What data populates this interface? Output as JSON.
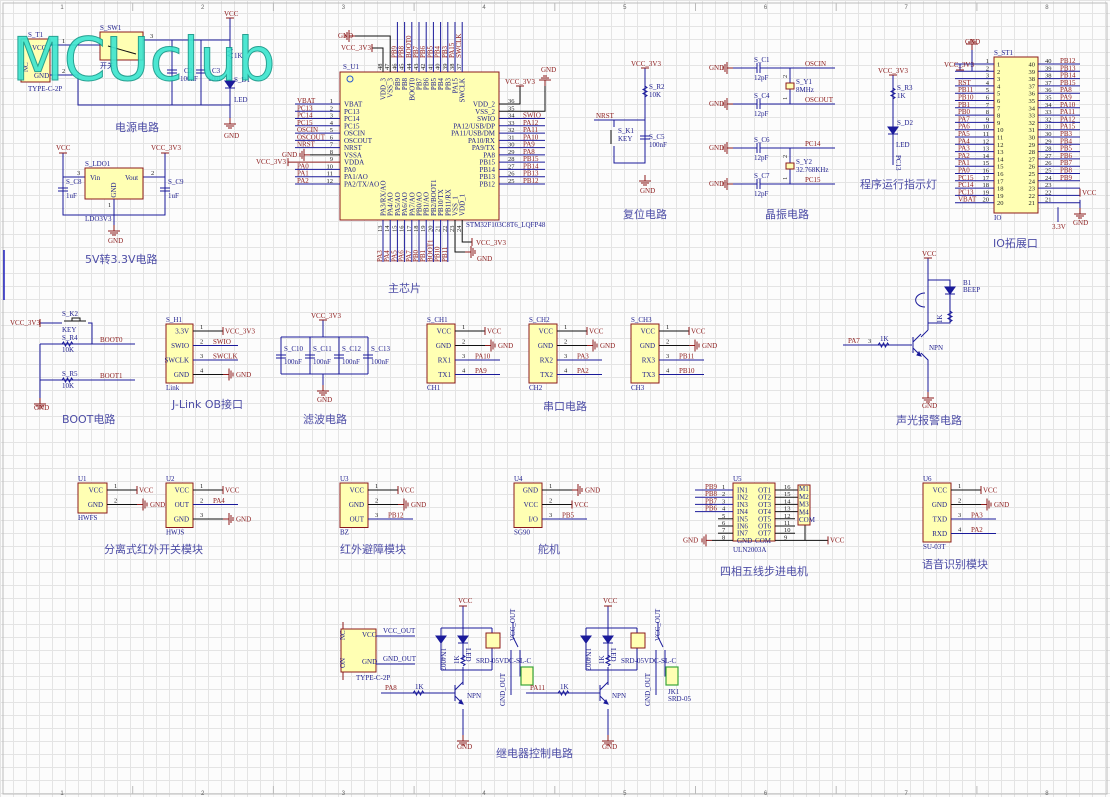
{
  "watermark": "MCUclub",
  "frame": {
    "cols": [
      "1",
      "2",
      "3",
      "4",
      "5",
      "6",
      "7",
      "8"
    ]
  },
  "titles": {
    "power": "电源电路",
    "ldo": "5V转3.3V电路",
    "mcu": "主芯片",
    "reset": "复位电路",
    "crystal": "晶振电路",
    "run_led": "程序运行指示灯",
    "io": "IO拓展口",
    "boot": "BOOT电路",
    "jlink": "J-Link OB接口",
    "filter": "滤波电路",
    "uart": "串口电路",
    "buzzer": "声光报警电路",
    "ir_switch": "分离式红外开关模块",
    "ir_avoid": "红外避障模块",
    "servo": "舵机",
    "stepper": "四相五线步进电机",
    "voice": "语音识别模块",
    "relay": "继电器控制电路"
  },
  "power": {
    "t1": "S_T1",
    "t1_vcc": "VCC",
    "t1_gnd": "GND",
    "t1_nc": "NC",
    "t1_part": "TYPE-C-2P",
    "sw1": "S_SW1",
    "sw1_label": "开关",
    "c2": "C2",
    "c2_val": "100nF",
    "c3": "C3",
    "c3_val": "10uF",
    "r1_val": "1K",
    "d1": "S_D1",
    "led": "LED",
    "vcc": "VCC",
    "gnd": "GND",
    "n1": "1",
    "n2": "2",
    "n3": "3"
  },
  "ldo": {
    "vcc": "VCC",
    "vcc3": "VCC_3V3",
    "ref": "S_LDO1",
    "vin": "Vin",
    "vout": "Vout",
    "gnd_pin": "GND",
    "part": "LDO3V3",
    "c8": "S_C8",
    "c9": "S_C9",
    "cap": "1uF",
    "gnd": "GND",
    "p1": "1",
    "p2": "2",
    "p3": "3"
  },
  "mcu": {
    "ref": "S_U1",
    "part": "STM32F103C8T6_LQFP48",
    "vcc3": "VCC_3V3",
    "gnd": "GND",
    "left": [
      {
        "num": "1",
        "name": "VBAT",
        "net": "VBAT"
      },
      {
        "num": "2",
        "name": "PC13",
        "net": "PC13"
      },
      {
        "num": "3",
        "name": "PC14",
        "net": "PC14"
      },
      {
        "num": "4",
        "name": "PC15",
        "net": "PC15"
      },
      {
        "num": "5",
        "name": "OSCIN",
        "net": "OSCIN"
      },
      {
        "num": "6",
        "name": "OSCOUT",
        "net": "OSCOUT"
      },
      {
        "num": "7",
        "name": "NRST",
        "net": "NRST"
      },
      {
        "num": "8",
        "name": "VSSA",
        "net": "GND"
      },
      {
        "num": "9",
        "name": "VDDA",
        "net": "VCC_3V3"
      },
      {
        "num": "10",
        "name": "PA0",
        "net": "PA0"
      },
      {
        "num": "11",
        "name": "PA1/AO",
        "net": "PA1"
      },
      {
        "num": "12",
        "name": "PA2/TX/AO",
        "net": "PA2"
      }
    ],
    "right": [
      {
        "num": "36",
        "name": "VDD_2",
        "net": "VCC_3V3"
      },
      {
        "num": "35",
        "name": "VSS_2",
        "net": "GND"
      },
      {
        "num": "34",
        "name": "SWIO",
        "net": "SWIO"
      },
      {
        "num": "33",
        "name": "PA12/USB/DP",
        "net": "PA12"
      },
      {
        "num": "32",
        "name": "PA11/USB/DM",
        "net": "PA11"
      },
      {
        "num": "31",
        "name": "PA10/RX",
        "net": "PA10"
      },
      {
        "num": "30",
        "name": "PA9/TX",
        "net": "PA9"
      },
      {
        "num": "29",
        "name": "PA8",
        "net": "PA8"
      },
      {
        "num": "28",
        "name": "PB15",
        "net": "PB15"
      },
      {
        "num": "27",
        "name": "PB14",
        "net": "PB14"
      },
      {
        "num": "26",
        "name": "PB13",
        "net": "PB13"
      },
      {
        "num": "25",
        "name": "PB12",
        "net": "PB12"
      }
    ],
    "top": [
      {
        "num": "48",
        "name": "VDD_3",
        "net": ""
      },
      {
        "num": "47",
        "name": "VSS_3",
        "net": ""
      },
      {
        "num": "46",
        "name": "PB9",
        "net": "PB9"
      },
      {
        "num": "45",
        "name": "PB8",
        "net": "PB8"
      },
      {
        "num": "44",
        "name": "BOOT0",
        "net": "BOOT0"
      },
      {
        "num": "43",
        "name": "PB7",
        "net": "PB7"
      },
      {
        "num": "42",
        "name": "PB6",
        "net": "PB6"
      },
      {
        "num": "41",
        "name": "PB5",
        "net": "PB5"
      },
      {
        "num": "40",
        "name": "PB4",
        "net": "PB4"
      },
      {
        "num": "39",
        "name": "PB3",
        "net": "PB3"
      },
      {
        "num": "38",
        "name": "PA15",
        "net": "PA15"
      },
      {
        "num": "37",
        "name": "SWCLK",
        "net": "SWCLK"
      }
    ],
    "bottom": [
      {
        "num": "13",
        "name": "PA3/RX/AO",
        "net": "PA3"
      },
      {
        "num": "14",
        "name": "PA4/AO",
        "net": "PA4"
      },
      {
        "num": "15",
        "name": "PA5/AO",
        "net": "PA5"
      },
      {
        "num": "16",
        "name": "PA6/AO",
        "net": "PA6"
      },
      {
        "num": "17",
        "name": "PA7/AO",
        "net": "PA7"
      },
      {
        "num": "18",
        "name": "PB0/AO",
        "net": "PB0"
      },
      {
        "num": "19",
        "name": "PB1/AO",
        "net": "PB1"
      },
      {
        "num": "20",
        "name": "PB2/BOOT1",
        "net": "BOOT1"
      },
      {
        "num": "21",
        "name": "PB10/TX",
        "net": "PB10"
      },
      {
        "num": "22",
        "name": "PB11/RX",
        "net": "PB11"
      },
      {
        "num": "23",
        "name": "VSS_1",
        "net": ""
      },
      {
        "num": "24",
        "name": "VDD_1",
        "net": ""
      }
    ]
  },
  "reset": {
    "vcc": "VCC_3V3",
    "r2": "S_R2",
    "r2_val": "10K",
    "nrst": "NRST",
    "k1": "S_K1",
    "key": "KEY",
    "c5": "S_C5",
    "c5_val": "100nF",
    "gnd": "GND"
  },
  "crystal": {
    "gnd": "GND",
    "caps": [
      {
        "ref": "S_C1",
        "val": "12pF",
        "net": "OSCIN"
      },
      {
        "ref": "S_C4",
        "val": "12pF",
        "net": "OSCOUT"
      },
      {
        "ref": "S_C6",
        "val": "12pF",
        "net": "PC14"
      },
      {
        "ref": "S_C7",
        "val": "12pF",
        "net": "PC15"
      }
    ],
    "y1": "S_Y1",
    "y1_val": "8MHz",
    "y2": "S_Y2",
    "y2_val": "32.768KHz",
    "p1": "1",
    "p2": "2"
  },
  "run_led": {
    "vcc": "VCC_3V3",
    "r3": "S_R3",
    "r3_val": "1K",
    "d2": "S_D2",
    "led": "LED",
    "net": "PC13"
  },
  "io": {
    "ref": "S_ST1",
    "part": "IO",
    "vcc3": "VCC_3V3",
    "gnd": "GND",
    "vcc": "VCC",
    "v33": "3.3V",
    "left": [
      {
        "num": "1",
        "net": ""
      },
      {
        "num": "2",
        "net": ""
      },
      {
        "num": "3",
        "net": ""
      },
      {
        "num": "4",
        "net": "RST"
      },
      {
        "num": "5",
        "net": "PB11"
      },
      {
        "num": "6",
        "net": "PB10"
      },
      {
        "num": "7",
        "net": "PB1"
      },
      {
        "num": "8",
        "net": "PB0"
      },
      {
        "num": "9",
        "net": "PA7"
      },
      {
        "num": "10",
        "net": "PA6"
      },
      {
        "num": "11",
        "net": "PA5"
      },
      {
        "num": "12",
        "net": "PA4"
      },
      {
        "num": "13",
        "net": "PA3"
      },
      {
        "num": "14",
        "net": "PA2"
      },
      {
        "num": "15",
        "net": "PA1"
      },
      {
        "num": "16",
        "net": "PA0"
      },
      {
        "num": "17",
        "net": "PC15"
      },
      {
        "num": "18",
        "net": "PC14"
      },
      {
        "num": "19",
        "net": "PC13"
      },
      {
        "num": "20",
        "net": "VBAT"
      }
    ],
    "right": [
      {
        "num": "40",
        "net": "PB12"
      },
      {
        "num": "39",
        "net": "PB13"
      },
      {
        "num": "38",
        "net": "PB14"
      },
      {
        "num": "37",
        "net": "PB15"
      },
      {
        "num": "36",
        "net": "PA8"
      },
      {
        "num": "35",
        "net": "PA9"
      },
      {
        "num": "34",
        "net": "PA10"
      },
      {
        "num": "33",
        "net": "PA11"
      },
      {
        "num": "32",
        "net": "PA12"
      },
      {
        "num": "31",
        "net": "PA15"
      },
      {
        "num": "30",
        "net": "PB3"
      },
      {
        "num": "29",
        "net": "PB4"
      },
      {
        "num": "28",
        "net": "PB5"
      },
      {
        "num": "27",
        "net": "PB6"
      },
      {
        "num": "26",
        "net": "PB7"
      },
      {
        "num": "25",
        "net": "PB8"
      },
      {
        "num": "24",
        "net": "PB9"
      },
      {
        "num": "23",
        "net": ""
      },
      {
        "num": "22",
        "net": ""
      },
      {
        "num": "21",
        "net": ""
      }
    ]
  },
  "boot": {
    "vcc": "VCC_3V3",
    "k2": "S_K2",
    "key": "KEY",
    "r4": "S_R4",
    "r5": "S_R5",
    "val": "10K",
    "boot0": "BOOT0",
    "boot1": "BOOT1",
    "gnd": "GND"
  },
  "filter": {
    "vcc": "VCC_3V3",
    "caps": [
      "S_C10",
      "S_C11",
      "S_C12",
      "S_C13"
    ],
    "val": "100nF",
    "gnd": "GND"
  },
  "buzzer": {
    "vcc": "VCC",
    "ref": "B1",
    "part": "BEEP",
    "r_led": "1K",
    "net": "PA7",
    "pin": "3",
    "r_base": "1K",
    "npn": "NPN",
    "gnd": "GND"
  },
  "modules": [
    {
      "ref": "S_H1",
      "part": "Link",
      "pins": [
        {
          "num": "1",
          "name": "3.3V",
          "net": "VCC_3V3"
        },
        {
          "num": "2",
          "name": "SWIO",
          "net": "SWIO"
        },
        {
          "num": "3",
          "name": "SWCLK",
          "net": "SWCLK"
        },
        {
          "num": "4",
          "name": "GND",
          "net": "GND"
        }
      ]
    },
    {
      "ref": "S_CH1",
      "part": "CH1",
      "pins": [
        {
          "num": "1",
          "name": "VCC",
          "net": "VCC"
        },
        {
          "num": "2",
          "name": "GND",
          "net": "GND"
        },
        {
          "num": "3",
          "name": "RX1",
          "net": "PA10"
        },
        {
          "num": "4",
          "name": "TX1",
          "net": "PA9"
        }
      ]
    },
    {
      "ref": "S_CH2",
      "part": "CH2",
      "pins": [
        {
          "num": "1",
          "name": "VCC",
          "net": "VCC"
        },
        {
          "num": "2",
          "name": "GND",
          "net": "GND"
        },
        {
          "num": "3",
          "name": "RX2",
          "net": "PA3"
        },
        {
          "num": "4",
          "name": "TX2",
          "net": "PA2"
        }
      ]
    },
    {
      "ref": "S_CH3",
      "part": "CH3",
      "pins": [
        {
          "num": "1",
          "name": "VCC",
          "net": "VCC"
        },
        {
          "num": "2",
          "name": "GND",
          "net": "GND"
        },
        {
          "num": "3",
          "name": "RX3",
          "net": "PB11"
        },
        {
          "num": "4",
          "name": "TX3",
          "net": "PB10"
        }
      ]
    },
    {
      "ref": "U1",
      "part": "HWFS",
      "pins": [
        {
          "num": "1",
          "name": "VCC",
          "net": "VCC"
        },
        {
          "num": "2",
          "name": "GND",
          "net": "GND"
        }
      ]
    },
    {
      "ref": "U2",
      "part": "HWJS",
      "pins": [
        {
          "num": "1",
          "name": "VCC",
          "net": "VCC"
        },
        {
          "num": "2",
          "name": "OUT",
          "net": "PA4"
        },
        {
          "num": "3",
          "name": "GND",
          "net": "GND"
        }
      ]
    },
    {
      "ref": "U3",
      "part": "BZ",
      "pins": [
        {
          "num": "1",
          "name": "VCC",
          "net": "VCC"
        },
        {
          "num": "2",
          "name": "GND",
          "net": "GND"
        },
        {
          "num": "3",
          "name": "OUT",
          "net": "PB12"
        }
      ]
    },
    {
      "ref": "U4",
      "part": "SG90",
      "pins": [
        {
          "num": "1",
          "name": "GND",
          "net": "GND"
        },
        {
          "num": "2",
          "name": "VCC",
          "net": "VCC"
        },
        {
          "num": "3",
          "name": "I/O",
          "net": "PB5"
        }
      ]
    },
    {
      "ref": "U6",
      "part": "SU-03T",
      "pins": [
        {
          "num": "1",
          "name": "VCC",
          "net": "VCC"
        },
        {
          "num": "2",
          "name": "GND",
          "net": "GND"
        },
        {
          "num": "3",
          "name": "TXD",
          "net": "PA3"
        },
        {
          "num": "4",
          "name": "RXD",
          "net": "PA2"
        }
      ]
    }
  ],
  "uln": {
    "ref": "U5",
    "part": "ULN2003A",
    "gnd": "GND",
    "vcc": "VCC",
    "left": [
      {
        "num": "1",
        "name": "IN1",
        "net": "PB9"
      },
      {
        "num": "2",
        "name": "IN2",
        "net": "PB8"
      },
      {
        "num": "3",
        "name": "IN3",
        "net": "PB7"
      },
      {
        "num": "4",
        "name": "IN4",
        "net": "PB6"
      },
      {
        "num": "5",
        "name": "IN5",
        "net": ""
      },
      {
        "num": "6",
        "name": "IN6",
        "net": ""
      },
      {
        "num": "7",
        "name": "IN7",
        "net": ""
      },
      {
        "num": "8",
        "name": "GND",
        "net": ""
      }
    ],
    "right": [
      {
        "num": "16",
        "name": "OT1"
      },
      {
        "num": "15",
        "name": "OT2"
      },
      {
        "num": "14",
        "name": "OT3"
      },
      {
        "num": "13",
        "name": "OT4"
      },
      {
        "num": "12",
        "name": "OT5"
      },
      {
        "num": "11",
        "name": "OT6"
      },
      {
        "num": "10",
        "name": "OT7"
      },
      {
        "num": "9",
        "name": "COM"
      }
    ],
    "motor": [
      "M1",
      "M2",
      "M3",
      "M4",
      "COM"
    ]
  },
  "relay": {
    "conn": {
      "nc": "NC",
      "vcc": "VCC",
      "gnd": "GND",
      "on": "ON",
      "vcc_out": "VCC_OUT",
      "gnd_out": "GND_OUT",
      "part": "TYPE-C-2P"
    },
    "channels": [
      {
        "net": "PA8",
        "r": "1K",
        "npn": "NPN",
        "vcc": "VCC",
        "gnd": "GND",
        "diode": "1N4007",
        "led": "LED",
        "r_led": "1K",
        "relay": "SRD-05VDC-SL-C",
        "vcc_out": "VCC_OUT",
        "gnd_out": "GND_OUT",
        "jack": "",
        "jack_part": ""
      },
      {
        "net": "PA11",
        "r": "1K",
        "npn": "NPN",
        "vcc": "VCC",
        "gnd": "GND",
        "diode": "1N4007",
        "led": "LED",
        "r_led": "1K",
        "relay": "SRD-05VDC-SL-C",
        "vcc_out": "VCC_OUT",
        "gnd_out": "GND_OUT",
        "jack": "JK1",
        "jack_part": "SRD-05"
      }
    ]
  }
}
